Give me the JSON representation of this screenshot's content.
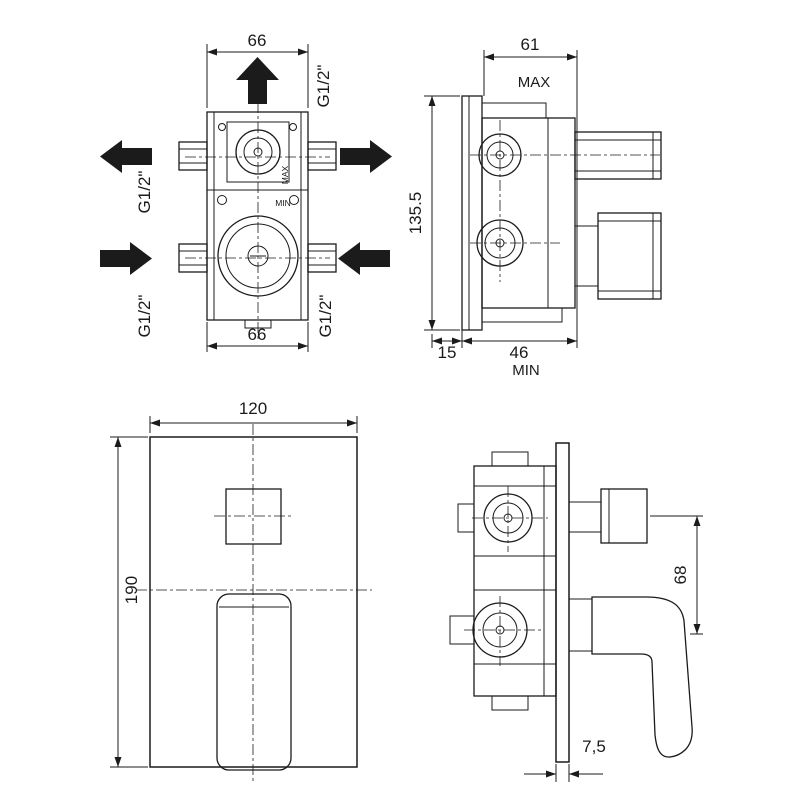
{
  "colors": {
    "line": "#1b1b1b",
    "background": "#ffffff"
  },
  "views": {
    "valve_front": {
      "dim_width_top": "66",
      "dim_width_bottom": "66",
      "label_max": "MAX",
      "label_min": "MIN",
      "ports": {
        "top": "G1/2\"",
        "left_upper": "G1/2\"",
        "left_lower": "G1/2\"",
        "right_lower": "G1/2\""
      }
    },
    "valve_side": {
      "dim_total_depth": "61",
      "label_max": "MAX",
      "dim_height": "135.5",
      "dim_adjust": "15",
      "dim_min_depth": "46",
      "label_min": "MIN"
    },
    "trim_front": {
      "dim_width": "120",
      "dim_height": "190"
    },
    "trim_side": {
      "dim_axis_distance": "68",
      "dim_plate_thickness": "7,5"
    }
  }
}
